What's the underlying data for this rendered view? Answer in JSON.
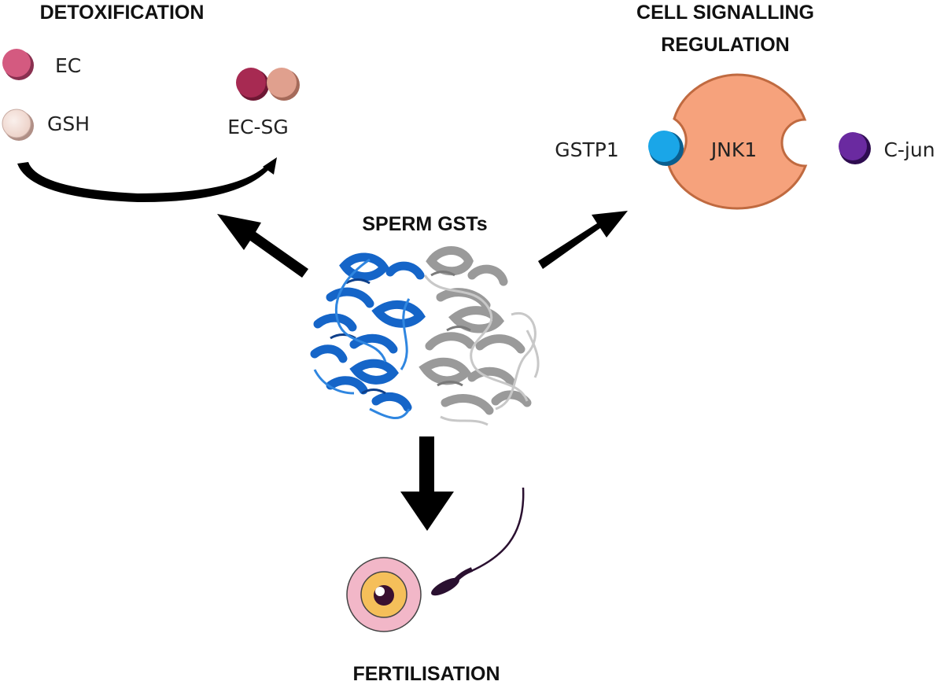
{
  "headings": {
    "detoxification": "DETOXIFICATION",
    "signalling_line1": "CELL SIGNALLING",
    "signalling_line2": "REGULATION",
    "center": "SPERM GSTs",
    "fertilisation": "FERTILISATION"
  },
  "labels": {
    "ec": "EC",
    "gsh": "GSH",
    "ec_sg": "EC-SG",
    "gstp1": "GSTP1",
    "jnk1": "JNK1",
    "cjun": "C-jun"
  },
  "colors": {
    "ec": "#d45a80",
    "gsh": "#f1dcd4",
    "ec_sg_dark": "#a72a52",
    "ec_sg_light": "#e0a08e",
    "gstp1": "#1aa6e8",
    "jnk1": "#f6a27c",
    "cjun": "#6a2aa0",
    "protein_a": "#1565c8",
    "protein_b": "#9a9a9a",
    "oocyte_outer": "#f2b7c8",
    "oocyte_inner": "#f5bf5a",
    "nucleus": "#3a1030",
    "sperm": "#2a1030",
    "arrow": "#000000"
  },
  "icons": {
    "protein": "gst-dimer-ribbon-icon",
    "oocyte": "oocyte-icon",
    "sperm": "sperm-icon"
  }
}
